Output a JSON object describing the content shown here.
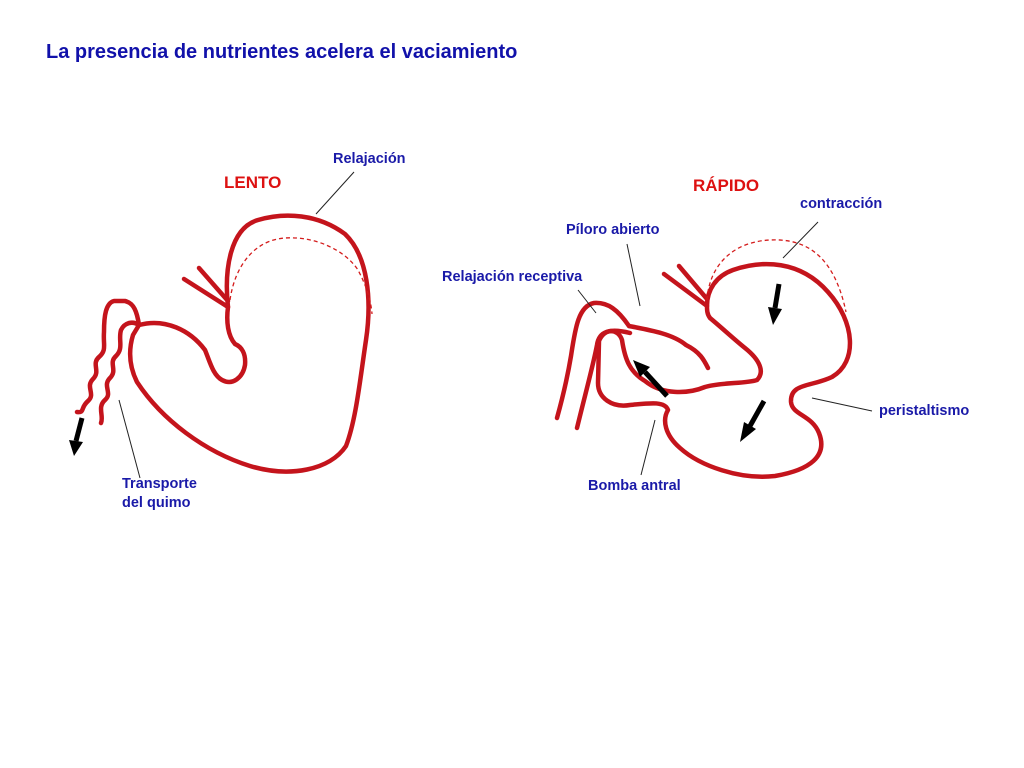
{
  "title": "La presencia de nutrientes acelera el vaciamiento",
  "panels": {
    "slow": {
      "heading": "LENTO",
      "labels": {
        "relaxation": "Relajación",
        "chyme_transport_line1": "Transporte",
        "chyme_transport_line2": "del quimo"
      }
    },
    "fast": {
      "heading": "RÁPIDO",
      "labels": {
        "contraction": "contracción",
        "open_pylorus": "Píloro abierto",
        "receptive_relaxation": "Relajación receptiva",
        "peristalsis": "peristaltismo",
        "antral_pump": "Bomba antral"
      }
    }
  },
  "colors": {
    "organ_outline": "#c4141c",
    "label_text": "#1a1aa8",
    "heading_text": "#dd1111",
    "arrow": "#000000"
  }
}
